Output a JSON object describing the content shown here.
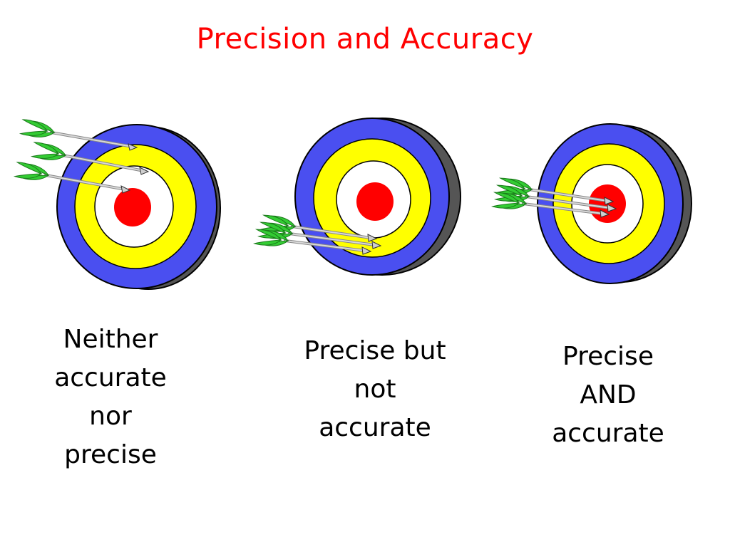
{
  "title": "Precision and Accuracy",
  "colors": {
    "title": "#ff0000",
    "caption": "#000000",
    "ring_outer": "#4a4ff0",
    "ring_middle": "#ffff00",
    "ring_inner": "#ffffff",
    "bullseye": "#ff0000",
    "target_back": "#555555",
    "fletching": "#33cc33",
    "shaft": "#b9b9b9"
  },
  "targets": [
    {
      "id": "neither",
      "caption_lines": [
        "Neither",
        "accurate",
        "nor",
        "precise"
      ],
      "arrow_spread": "scattered, off-center"
    },
    {
      "id": "precise-only",
      "caption_lines": [
        "Precise but",
        "not",
        "accurate"
      ],
      "arrow_spread": "clustered, off-center"
    },
    {
      "id": "precise-and-accurate",
      "caption_lines": [
        "Precise",
        "AND",
        "accurate"
      ],
      "arrow_spread": "clustered, in bullseye"
    }
  ]
}
